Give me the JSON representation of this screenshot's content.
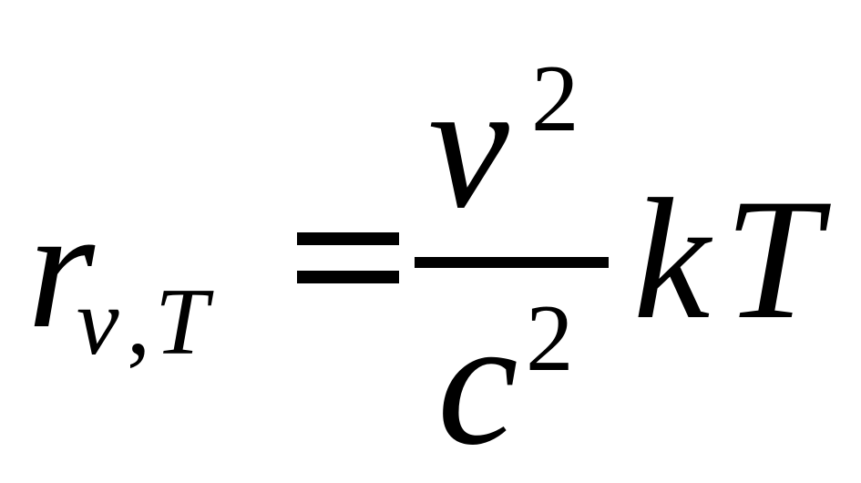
{
  "formula": {
    "lhs": {
      "symbol": "r",
      "subscript_v": "v",
      "subscript_comma": ",",
      "subscript_T": "T"
    },
    "fraction": {
      "numerator_base": "ν",
      "numerator_exponent": "2",
      "denominator_base": "c",
      "denominator_exponent": "2"
    },
    "rhs": {
      "k": "k",
      "T": "T"
    }
  }
}
